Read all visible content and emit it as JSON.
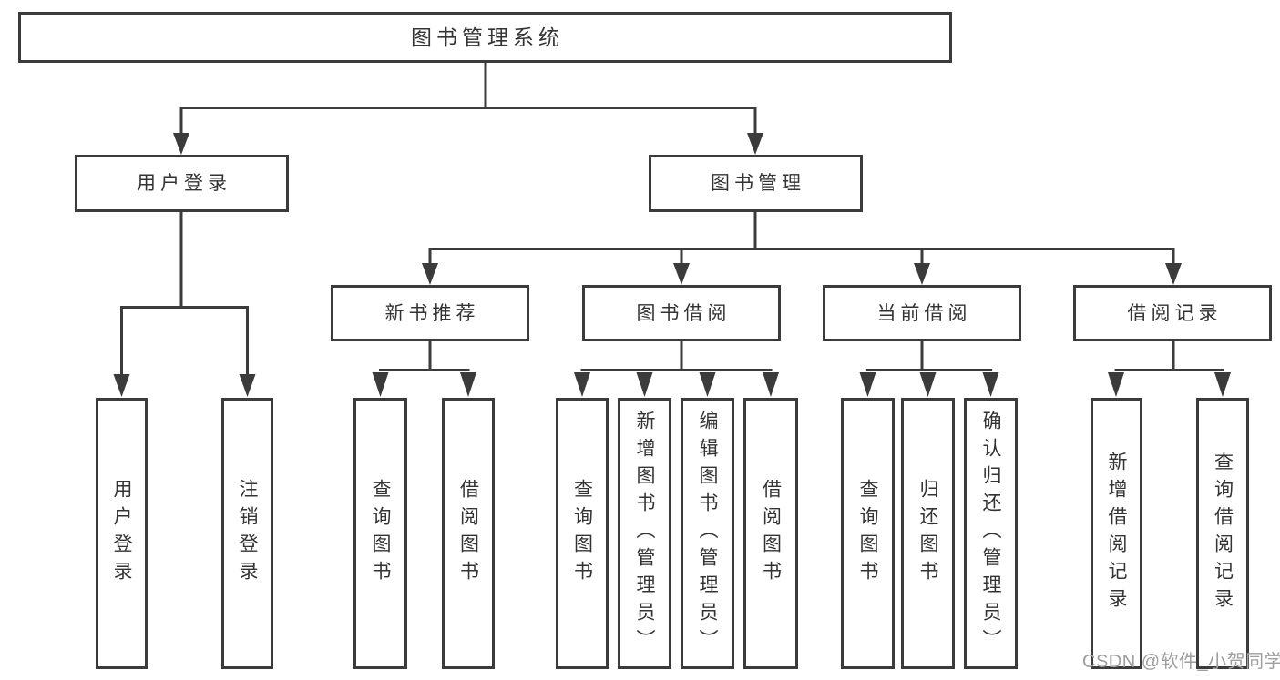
{
  "colors": {
    "line": "#3b3b3b",
    "box_border": "#3b3b3b",
    "text": "#333333",
    "watermark": "#9e9e9e",
    "background": "#ffffff"
  },
  "watermark": {
    "text": "CSDN @软件_小贺同学"
  },
  "tree": {
    "root": {
      "label": "图书管理系统",
      "children": [
        {
          "label": "用户登录",
          "children": [
            {
              "label": "用户登录"
            },
            {
              "label": "注销登录"
            }
          ]
        },
        {
          "label": "图书管理",
          "children": [
            {
              "label": "新书推荐",
              "children": [
                {
                  "label": "查询图书"
                },
                {
                  "label": "借阅图书"
                }
              ]
            },
            {
              "label": "图书借阅",
              "children": [
                {
                  "label": "查询图书"
                },
                {
                  "label": "新增图书（管理员）"
                },
                {
                  "label": "编辑图书（管理员）"
                },
                {
                  "label": "借阅图书"
                }
              ]
            },
            {
              "label": "当前借阅",
              "children": [
                {
                  "label": "查询图书"
                },
                {
                  "label": "归还图书"
                },
                {
                  "label": "确认归还（管理员）"
                }
              ]
            },
            {
              "label": "借阅记录",
              "children": [
                {
                  "label": "新增借阅记录"
                },
                {
                  "label": "查询借阅记录"
                }
              ]
            }
          ]
        }
      ]
    }
  }
}
